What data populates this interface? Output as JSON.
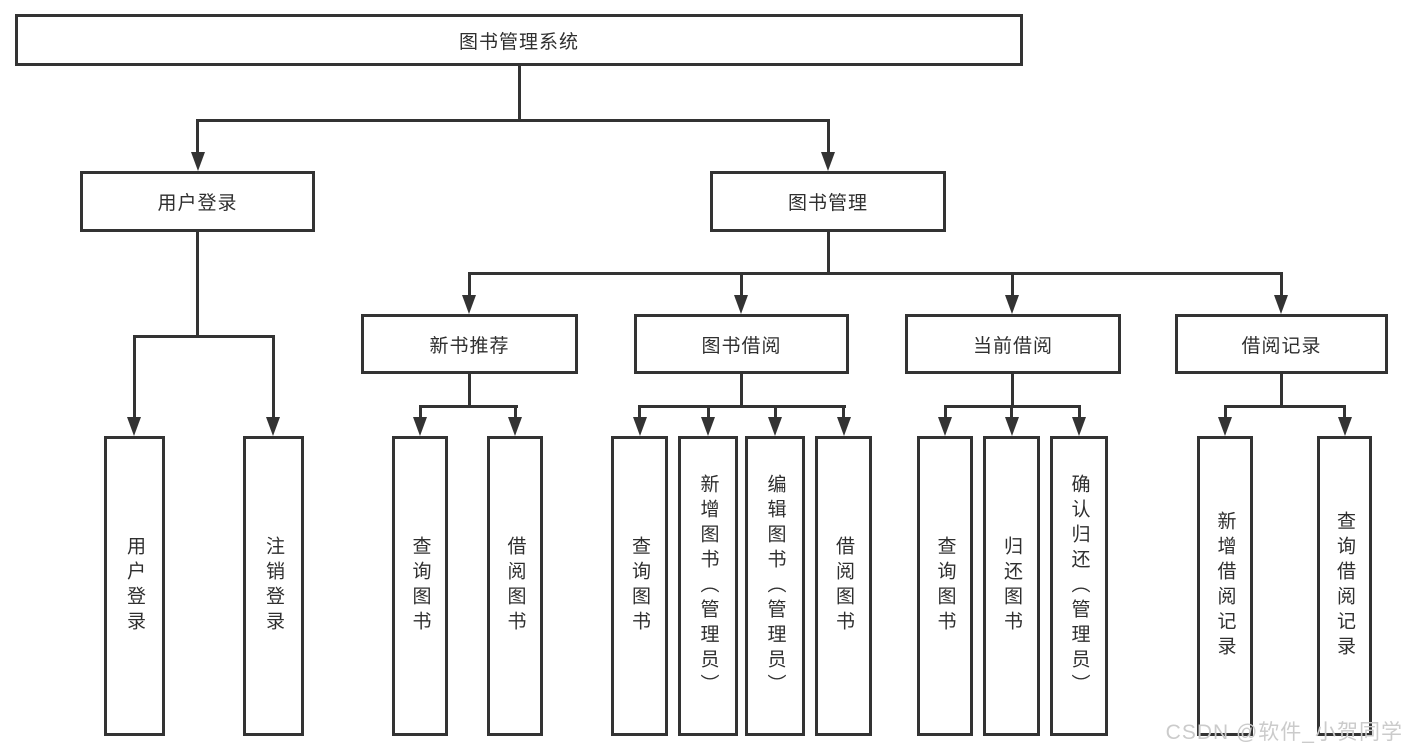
{
  "diagram": {
    "type": "tree",
    "title": "图书管理系统",
    "tree": {
      "label": "图书管理系统",
      "children": [
        {
          "label": "用户登录",
          "children": [
            {
              "label": "用户登录"
            },
            {
              "label": "注销登录"
            }
          ]
        },
        {
          "label": "图书管理",
          "children": [
            {
              "label": "新书推荐",
              "children": [
                {
                  "label": "查询图书"
                },
                {
                  "label": "借阅图书"
                }
              ]
            },
            {
              "label": "图书借阅",
              "children": [
                {
                  "label": "查询图书"
                },
                {
                  "label": "新增图书（管理员）"
                },
                {
                  "label": "编辑图书（管理员）"
                },
                {
                  "label": "借阅图书"
                }
              ]
            },
            {
              "label": "当前借阅",
              "children": [
                {
                  "label": "查询图书"
                },
                {
                  "label": "归还图书"
                },
                {
                  "label": "确认归还（管理员）"
                }
              ]
            },
            {
              "label": "借阅记录",
              "children": [
                {
                  "label": "新增借阅记录"
                },
                {
                  "label": "查询借阅记录"
                }
              ]
            }
          ]
        }
      ]
    }
  },
  "watermark": {
    "text": "CSDN @软件_小贺同学"
  },
  "colors": {
    "line": "#333333",
    "box_border": "#333333",
    "box_fill": "#ffffff",
    "text": "#2f2f2f",
    "background": "#ffffff",
    "watermark_text": "#cbcbcb"
  }
}
